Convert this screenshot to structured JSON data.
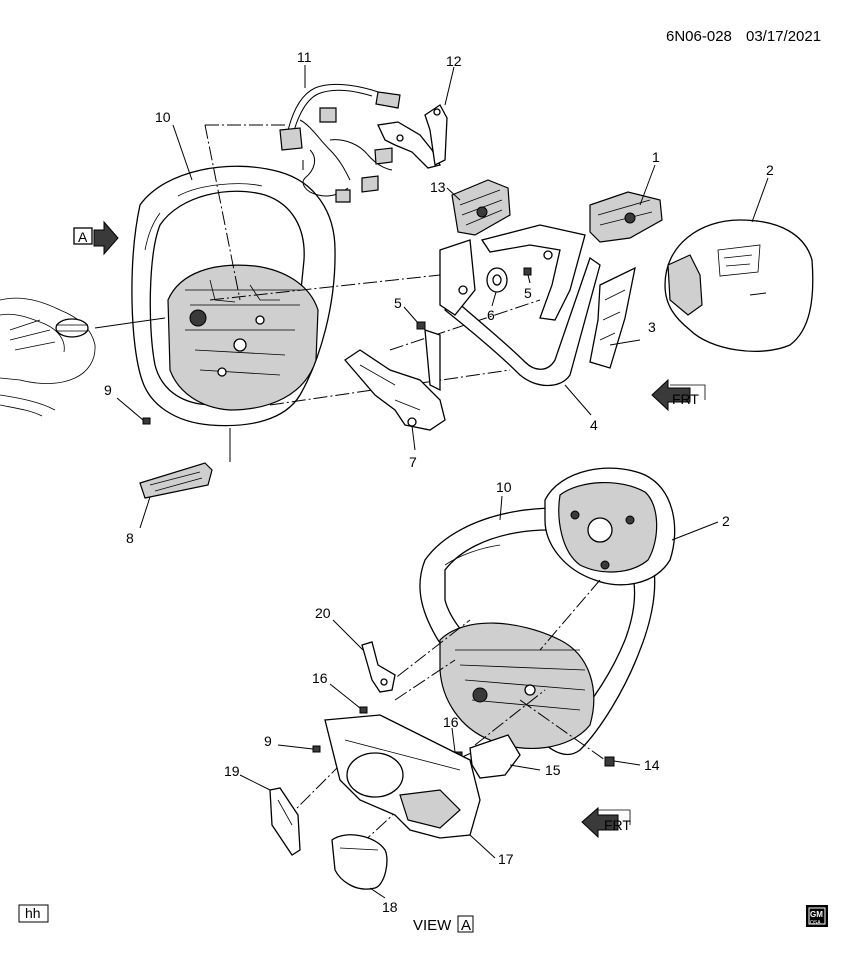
{
  "header": {
    "doc_id": "6N06-028",
    "date": "03/17/2021"
  },
  "footer": {
    "tag_left": "hh",
    "view_label": "VIEW",
    "view_letter": "A",
    "logo_top": "GM",
    "logo_bottom": "OSA"
  },
  "arrows": {
    "view_ref": "A",
    "front": "FRT"
  },
  "callouts": {
    "c1": "1",
    "c2": "2",
    "c3": "3",
    "c4": "4",
    "c5a": "5",
    "c5b": "5",
    "c6": "6",
    "c7": "7",
    "c8": "8",
    "c9a": "9",
    "c10a": "10",
    "c11": "11",
    "c12": "12",
    "c13": "13",
    "c10b": "10",
    "c2b": "2",
    "c20": "20",
    "c16a": "16",
    "c16b": "16",
    "c9b": "9",
    "c14": "14",
    "c15": "15",
    "c19": "19",
    "c17": "17",
    "c18": "18"
  }
}
